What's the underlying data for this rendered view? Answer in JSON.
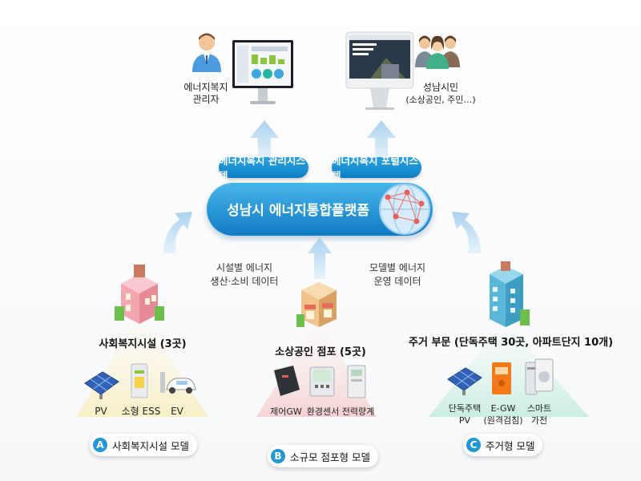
{
  "top": {
    "admin_label": [
      "에너지복지",
      "관리자"
    ],
    "citizen_label": [
      "성남시민",
      "(소상공인, 주민…)"
    ]
  },
  "systems": {
    "management": "에너지복지 관리시스템",
    "portal": "에너지복지 포털시스템"
  },
  "platform": {
    "title": "성남시 에너지통합플랫폼"
  },
  "flow_notes": {
    "left": [
      "시설별 에너지",
      "생산·소비 데이터"
    ],
    "right": [
      "모델별 에너지",
      "운영 데이터"
    ]
  },
  "groups": {
    "a": {
      "title": "사회복지시설 (3곳)",
      "devices": [
        "PV",
        "소형 ESS",
        "EV"
      ],
      "badge": "A",
      "model": "사회복지시설 모델"
    },
    "b": {
      "title": "소상공인 점포 (5곳)",
      "devices": [
        "제어GW",
        "환경센서",
        "전력량계"
      ],
      "badge": "B",
      "model": "소규모 점포형 모델"
    },
    "c": {
      "title": "주거 부문 (단독주택 30곳, 아파트단지 10개)",
      "devices": [
        [
          "단독주택",
          "PV"
        ],
        [
          "E-GW",
          "(원격검침)"
        ],
        [
          "스마트",
          "가전"
        ]
      ],
      "badge": "C",
      "model": "주거형 모델"
    }
  },
  "colors": {
    "accent": "#1a8fd6",
    "arrow": "#bcdcf4",
    "zone_a": "#fbf5d2",
    "zone_b": "#f9dcdc",
    "zone_c": "#d7f2ea"
  }
}
